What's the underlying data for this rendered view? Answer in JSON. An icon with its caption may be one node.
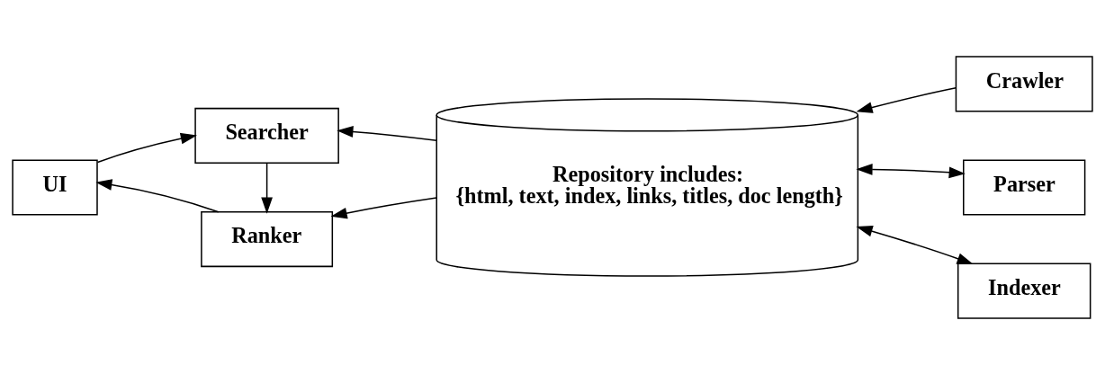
{
  "diagram": {
    "nodes": [
      {
        "text": [
          "UI"
        ]
      },
      {
        "text": [
          "Searcher"
        ]
      },
      {
        "text": [
          "Ranker"
        ]
      },
      {
        "text": [
          "Repository includes:",
          "{html, text, index, links, titles, doc length}"
        ]
      },
      {
        "text": [
          "Crawler"
        ]
      },
      {
        "text": [
          "Parser"
        ]
      },
      {
        "text": [
          "Indexer"
        ]
      }
    ],
    "edges": [
      {
        "from": 0,
        "to": 1,
        "arrow": "to"
      },
      {
        "from": 1,
        "to": 2,
        "arrow": "to"
      },
      {
        "from": 2,
        "to": 0,
        "arrow": "to"
      },
      {
        "from": 3,
        "to": 1,
        "arrow": "to"
      },
      {
        "from": 3,
        "to": 2,
        "arrow": "to"
      },
      {
        "from": 4,
        "to": 3,
        "arrow": "to"
      },
      {
        "from": 3,
        "to": 5,
        "arrow": "both"
      },
      {
        "from": 3,
        "to": 6,
        "arrow": "both"
      }
    ]
  }
}
